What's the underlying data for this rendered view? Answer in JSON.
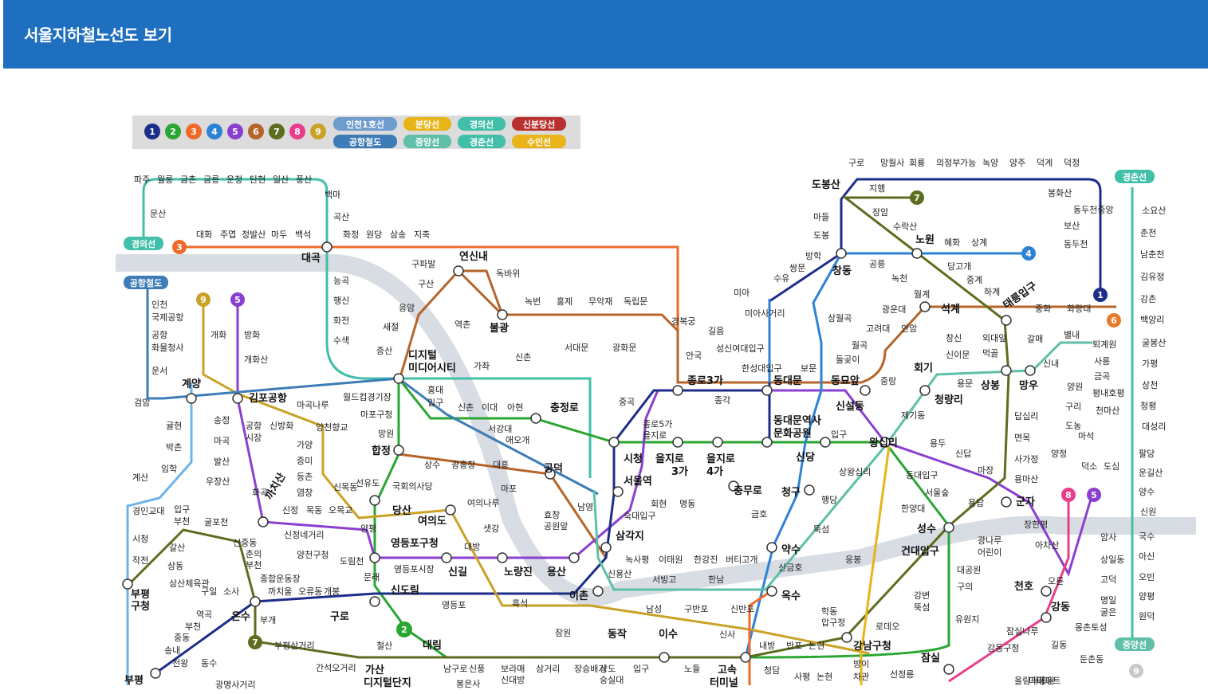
{
  "header": {
    "title": "서울지하철노선도 보기"
  },
  "legend": {
    "numbers": [
      {
        "label": "1",
        "color": "#1d2d8a"
      },
      {
        "label": "2",
        "color": "#2aa632"
      },
      {
        "label": "3",
        "color": "#f06a2a"
      },
      {
        "label": "4",
        "color": "#2e82d6"
      },
      {
        "label": "5",
        "color": "#8a3fd0"
      },
      {
        "label": "6",
        "color": "#b5652a"
      },
      {
        "label": "7",
        "color": "#5d6d1f"
      },
      {
        "label": "8",
        "color": "#e83d8b"
      },
      {
        "label": "9",
        "color": "#c9a227"
      }
    ],
    "lines": [
      {
        "label": "인천1호선",
        "color": "#6f9ccf"
      },
      {
        "label": "분당선",
        "color": "#e8b41a"
      },
      {
        "label": "경의선",
        "color": "#41bfa9"
      },
      {
        "label": "신분당선",
        "color": "#b8302f"
      },
      {
        "label": "공항철도",
        "color": "#3d7cb6"
      },
      {
        "label": "중앙선",
        "color": "#5fbfa7"
      },
      {
        "label": "경춘선",
        "color": "#41bfa9"
      },
      {
        "label": "수인선",
        "color": "#e8b41a"
      }
    ]
  },
  "badges": {
    "gyeongui": "경의선",
    "airport": "공항철도",
    "gyeongchun": "경춘선",
    "jungang": "중앙선",
    "n1": "1",
    "n2": "2",
    "n3": "3",
    "n4": "4",
    "n5": "5",
    "n5b": "5",
    "n6": "6",
    "n7": "7",
    "n7b": "7",
    "n8": "8",
    "n9": "9",
    "n9b": "9"
  },
  "stations_bold": {
    "daegok": "대곡",
    "yeonsinnae": "연신내",
    "bulgwang": "불광",
    "digital": "디지털",
    "digital2": "미디어시티",
    "gyeyang": "계양",
    "gimpo": "김포공항",
    "hapjeong": "합정",
    "dosan": "도봉산",
    "nowon": "노원",
    "changdong": "창동",
    "seokgye": "석계",
    "taereung": "태릉입구",
    "jongno3": "종로3가",
    "dongdaemun": "동대문",
    "dongmyo": "동묘앞",
    "hoegi": "회기",
    "cheongnyangni": "청량리",
    "sangbong": "상봉",
    "mangu": "망우",
    "sinseoldong": "신설동",
    "ddp": "동대문역사",
    "ddp2": "문화공원",
    "chungjeongno": "충정로",
    "sicheong": "시청",
    "euljiro3": "을지로",
    "euljiro3b": "3가",
    "euljiro4": "을지로",
    "euljiro4b": "4가",
    "seoulstation": "서울역",
    "chungmuro": "충무로",
    "sindang": "신당",
    "wangsimni": "왕십리",
    "cheonggu": "청구",
    "gongdeok": "공덕",
    "kkachisan": "까치산",
    "dangsan": "당산",
    "yeouido": "여의도",
    "yeongdeungpo": "영등포구청",
    "singil": "신길",
    "noryangjin": "노량진",
    "yongsan": "용산",
    "samgakji": "삼각지",
    "yaksu": "약수",
    "ichon": "이촌",
    "oksu": "옥수",
    "seongsu": "성수",
    "kondae": "건대입구",
    "gunja": "군자",
    "cheonho": "천호",
    "gangdong": "강동",
    "sindorim": "신도림",
    "guro": "구로",
    "onsu": "온수",
    "bupyeong": "부평",
    "bupyeong2": "구청",
    "daerim": "대림",
    "gasan": "가산",
    "gasan2": "디지털단지",
    "dongjak": "동작",
    "isu": "이수",
    "express": "고속",
    "express2": "터미널",
    "gangnam": "강남구청",
    "jamsil": "잠실",
    "bupyeongst": "부평"
  },
  "stations": [
    "파주",
    "월롱",
    "금촌",
    "금릉",
    "운정",
    "탄현",
    "일산",
    "풍산",
    "백마",
    "문산",
    "곡산",
    "대화",
    "주엽",
    "정발산",
    "마두",
    "백석",
    "화정",
    "원당",
    "삼송",
    "지축",
    "구파발",
    "독바위",
    "구산",
    "응암",
    "역촌",
    "새절",
    "증산",
    "능곡",
    "행신",
    "화전",
    "수색",
    "녹번",
    "홍제",
    "무악재",
    "독립문",
    "경복궁",
    "안국",
    "서대문",
    "광화문",
    "가좌",
    "신촌",
    "홍대",
    "입구",
    "신촌",
    "이대",
    "아현",
    "서강대",
    "애오개",
    "월드컵경기장",
    "마포구청",
    "망원",
    "상수",
    "광흥창",
    "대흥",
    "마포",
    "여의나루",
    "국회의사당",
    "샛강",
    "대방",
    "효창",
    "공원앞",
    "남영",
    "숙대입구",
    "회현",
    "명동",
    "녹사평",
    "이태원",
    "한강진",
    "버티고개",
    "신용산",
    "서빙고",
    "한남",
    "인천",
    "국제공항",
    "공항",
    "화물청사",
    "운서",
    "검암",
    "개화",
    "방화",
    "개화산",
    "송정",
    "마곡",
    "발산",
    "우장산",
    "화곡",
    "공항",
    "시장",
    "신방화",
    "마곡나루",
    "양천향교",
    "가양",
    "증미",
    "등촌",
    "염창",
    "신목동",
    "선유도",
    "신정",
    "목동",
    "오목교",
    "양평",
    "신정네거리",
    "양천구청",
    "도림천",
    "문래",
    "영등포시장",
    "영등포",
    "귤현",
    "박촌",
    "임학",
    "계산",
    "경인교대",
    "입구",
    "부천",
    "시청",
    "작전",
    "갈산",
    "상동",
    "삼산체육관",
    "굴포천",
    "신중동",
    "춘의",
    "부천",
    "종합운동장",
    "까치울",
    "오류동",
    "개봉",
    "구일",
    "소사",
    "역곡",
    "부천",
    "중동",
    "송내",
    "부개",
    "천왕",
    "동수",
    "부평삼거리",
    "광명사거리",
    "간석오거리",
    "철산",
    "남구로",
    "신풍",
    "보라매",
    "신대방",
    "삼거리",
    "장승배기",
    "상도",
    "숭실대",
    "입구",
    "남성",
    "구반포",
    "신반포",
    "신사",
    "잠원",
    "흑석",
    "노들",
    "내방",
    "반포",
    "논현",
    "학동",
    "압구정",
    "로데오",
    "청담",
    "사평",
    "논현",
    "선정릉",
    "봉은사",
    "구로",
    "망월사",
    "회룡",
    "의정부",
    "가능",
    "녹양",
    "양주",
    "덕계",
    "덕정",
    "지행",
    "장암",
    "수락산",
    "마들",
    "도봉",
    "방학",
    "쌍문",
    "수유",
    "미아",
    "미아사거리",
    "길음",
    "성신여대입구",
    "한성대입구",
    "혜화",
    "상계",
    "당고개",
    "중계",
    "하계",
    "공릉",
    "녹천",
    "월계",
    "광운대",
    "상월곡",
    "고려대",
    "월곡",
    "안암",
    "돌곶이",
    "보문",
    "창신",
    "신이문",
    "외대앞",
    "먹골",
    "중화",
    "화랑대",
    "봉화산",
    "동두천중앙",
    "보산",
    "동두천",
    "소요산",
    "춘천",
    "남춘천",
    "김유정",
    "강촌",
    "백양리",
    "굴봉산",
    "가평",
    "상천",
    "청평",
    "대성리",
    "마석",
    "천마산",
    "평내호평",
    "금곡",
    "사릉",
    "퇴계원",
    "별내",
    "갈매",
    "신내",
    "양원",
    "구리",
    "도농",
    "양정",
    "덕소",
    "도심",
    "팔당",
    "운길산",
    "양수",
    "신원",
    "국수",
    "아신",
    "오빈",
    "양평",
    "원덕",
    "용문",
    "중랑",
    "제기동",
    "용두",
    "신답",
    "마장",
    "답십리",
    "면목",
    "사가정",
    "용마산",
    "중곡",
    "종각",
    "종로5가",
    "을지로",
    "입구",
    "상왕십리",
    "행당",
    "신금호",
    "금호",
    "동대입구",
    "한양대",
    "뚝섬",
    "응봉",
    "서울숲",
    "용답",
    "장한평",
    "아차산",
    "광나루",
    "어린이",
    "대공원",
    "구의",
    "강변",
    "뚝섬",
    "유원지",
    "잠실나루",
    "강동구청",
    "몽촌토성",
    "길동",
    "둔촌동",
    "오륜",
    "암사",
    "상일동",
    "고덕",
    "명일",
    "굴은",
    "다리",
    "올림픽공원",
    "방이",
    "차관",
    "아파트",
    "천호"
  ]
}
